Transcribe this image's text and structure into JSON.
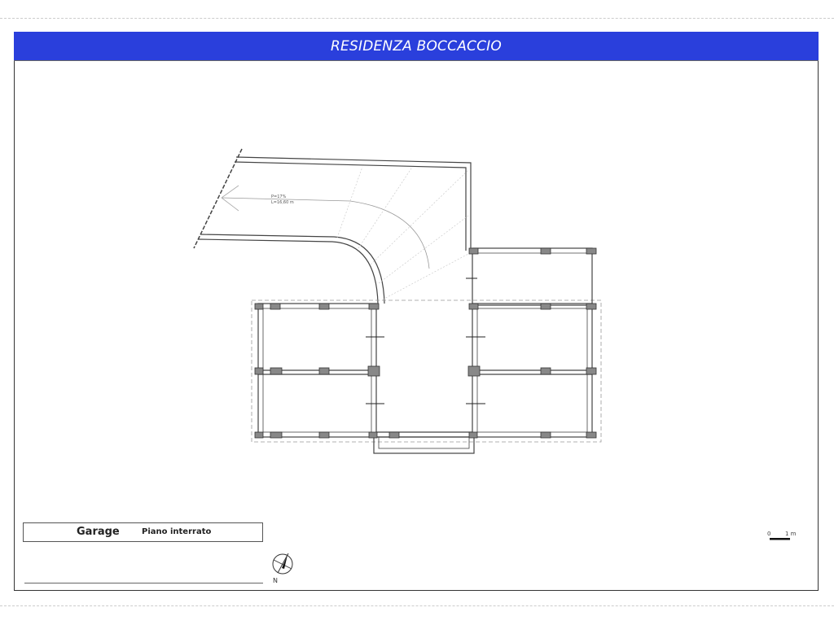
{
  "header": {
    "title": "RESIDENZA BOCCACCIO"
  },
  "title_block": {
    "name": "Garage",
    "subtitle": "Piano interrato"
  },
  "ramp": {
    "slope": "P=17%",
    "length": "L=16,60 m"
  },
  "scale_bar": {
    "start": "0",
    "end": "1 m"
  },
  "north_arrow": {
    "label": "N"
  },
  "colors": {
    "header": "#2a3fdc"
  }
}
